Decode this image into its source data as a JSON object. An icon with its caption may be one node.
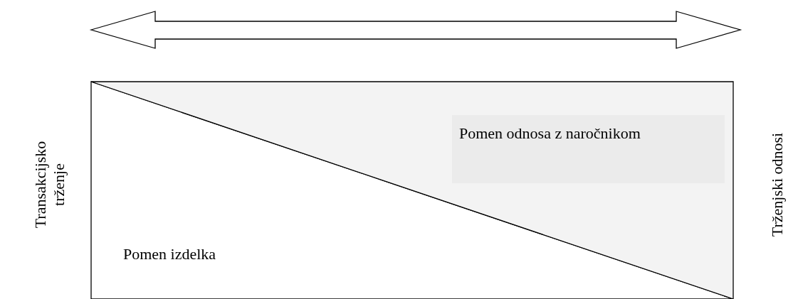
{
  "diagram": {
    "nodes": [
      {
        "text": [
          "Pomen izdelka"
        ]
      },
      {
        "text": [
          "Pomen odnosa z naročnikom"
        ]
      }
    ],
    "labels": [
      "Transakcijsko trženje",
      "Trženjski odnosi"
    ]
  }
}
